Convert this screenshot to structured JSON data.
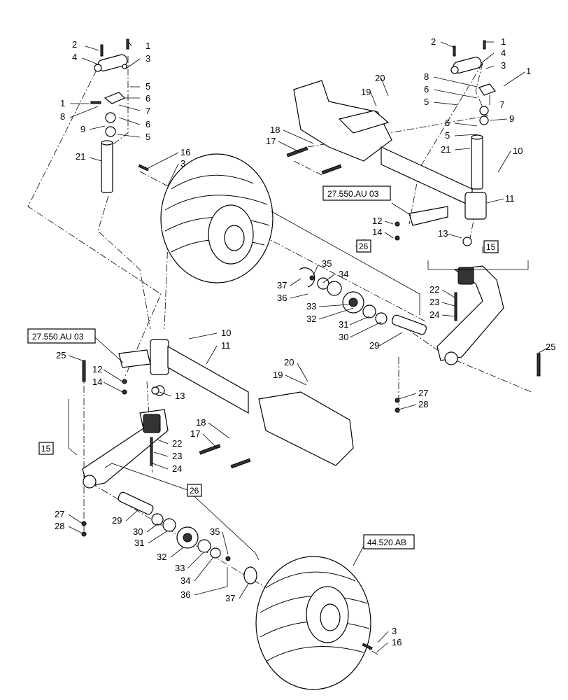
{
  "diagram": {
    "callouts": {
      "c1a": "1",
      "c2a": "2",
      "c4a": "4",
      "c3a": "3",
      "c5a": "5",
      "c6a": "6",
      "c7a": "7",
      "c1b": "1",
      "c8a": "8",
      "c6b": "6",
      "c9a": "9",
      "c5b": "5",
      "c21a": "21",
      "c16a": "16",
      "c3b": "3",
      "c2b": "2",
      "c1c": "1",
      "c4b": "4",
      "c3c": "3",
      "c1d": "1",
      "c8b": "8",
      "c6c": "6",
      "c5c": "5",
      "c7b": "7",
      "c9b": "9",
      "c6d": "6",
      "c5d": "5",
      "c21b": "21",
      "c10a": "10",
      "c11a": "11",
      "c20a": "20",
      "c19a": "19",
      "c18a": "18",
      "c17a": "17",
      "c12a": "12",
      "c14a": "14",
      "c13a": "13",
      "c26a": "26",
      "c15a": "15",
      "c35a": "35",
      "c34a": "34",
      "c37a": "37",
      "c36a": "36",
      "c33a": "33",
      "c32a": "32",
      "c31a": "31",
      "c30a": "30",
      "c29a": "29",
      "c22a": "22",
      "c23a": "23",
      "c24a": "24",
      "c25a": "25",
      "c27a": "27",
      "c28a": "28",
      "c10b": "10",
      "c11b": "11",
      "c25b": "25",
      "c12b": "12",
      "c14b": "14",
      "c13b": "13",
      "c20b": "20",
      "c19b": "19",
      "c18b": "18",
      "c17b": "17",
      "c15b": "15",
      "c22b": "22",
      "c23b": "23",
      "c24b": "24",
      "c27b": "27",
      "c28b": "28",
      "c26b": "26",
      "c29b": "29",
      "c30b": "30",
      "c31b": "31",
      "c32b": "32",
      "c33b": "33",
      "c35b": "35",
      "c34b": "34",
      "c36b": "36",
      "c37b": "37",
      "c3d": "3",
      "c16b": "16"
    },
    "references": {
      "ref_upper": "27.550.AU 03",
      "ref_lower": "27.550.AU 03",
      "ref_wheel": "44.520.AB"
    }
  }
}
